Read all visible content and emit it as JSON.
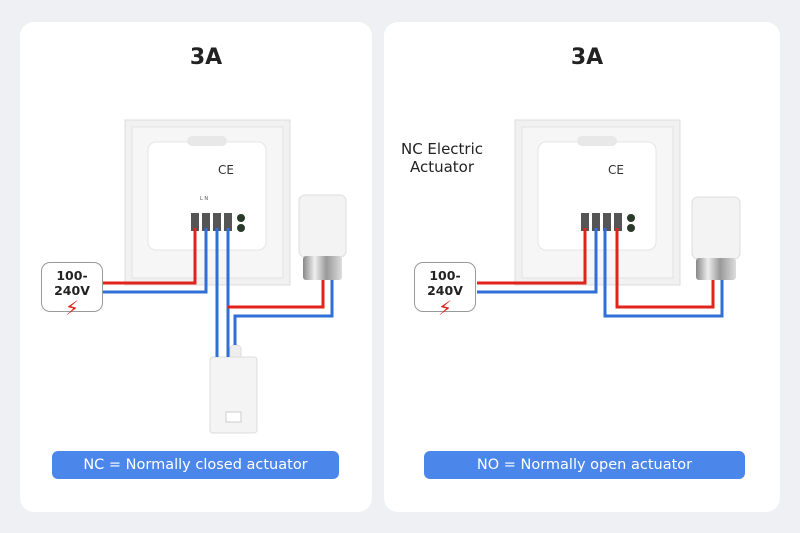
{
  "panels": [
    {
      "title": "3A",
      "power_label": "100-240V",
      "caption": "NC = Normally closed actuator"
    },
    {
      "title": "3A",
      "power_label": "100-240V",
      "caption": "NO = Normally open actuator",
      "annotation": "NC Electric Actuator"
    }
  ],
  "colors": {
    "live_wire": "#e0231c",
    "neutral_wire": "#2f6fd6",
    "caption_bg": "#4b87ea"
  },
  "icons": [
    "lightning-bolt-icon",
    "thermostat-device",
    "electric-actuator",
    "boiler-device"
  ]
}
